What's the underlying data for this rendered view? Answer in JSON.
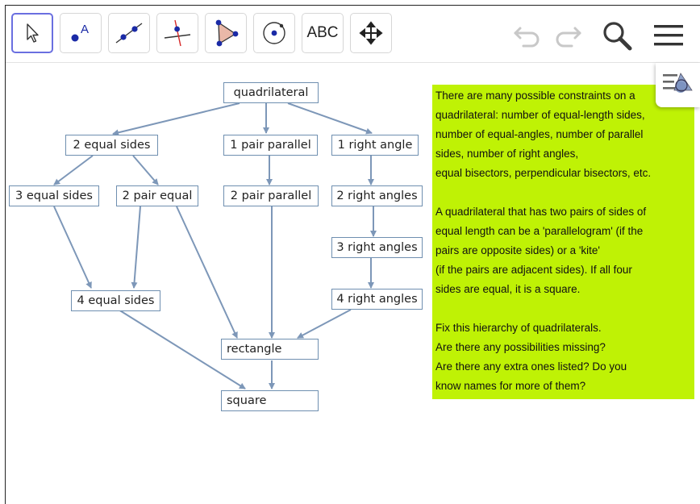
{
  "toolbar": {
    "tools": [
      {
        "name": "move-tool",
        "icon": "cursor-arrow-icon"
      },
      {
        "name": "point-tool",
        "icon": "point-a-icon"
      },
      {
        "name": "line-tool",
        "icon": "line-through-points-icon"
      },
      {
        "name": "perpendicular-line-tool",
        "icon": "perpendicular-line-icon"
      },
      {
        "name": "polygon-tool",
        "icon": "polygon-icon"
      },
      {
        "name": "circle-tool",
        "icon": "circle-center-point-icon"
      },
      {
        "name": "text-tool",
        "label": "ABC"
      },
      {
        "name": "move-graphics-view-tool",
        "icon": "move-arrows-icon"
      }
    ],
    "right": [
      "undo-icon",
      "redo-icon",
      "search-icon",
      "menu-icon"
    ]
  },
  "diagram": {
    "nodes": {
      "quadrilateral": "quadrilateral",
      "two_equal_sides": "2 equal sides",
      "one_pair_parallel": "1 pair parallel",
      "one_right_angle": "1 right angle",
      "three_equal_sides": "3 equal sides",
      "two_pair_equal": "2 pair equal",
      "two_pair_parallel": "2 pair parallel",
      "two_right_angles": "2 right angles",
      "three_right_angles": "3 right angles",
      "four_equal_sides": "4 equal sides",
      "four_right_angles": "4 right angles",
      "rectangle": "rectangle",
      "square": "square"
    },
    "edge_color": "#7d97b8"
  },
  "note": {
    "background": "#bff205",
    "p1": [
      "There are many possible constraints on a",
      "quadrilateral: number of equal-length sides,",
      "number of equal-angles, number of parallel",
      "sides, number of right angles,",
      "equal bisectors, perpendicular bisectors, etc."
    ],
    "p2": [
      "A quadrilateral that has two pairs of sides of",
      "equal length can be a 'parallelogram' (if the",
      "pairs are opposite sides) or a 'kite'",
      "(if the pairs are adjacent sides). If all four",
      "sides are equal, it is a square."
    ],
    "p3": [
      "Fix this hierarchy of quadrilaterals.",
      "Are there any possibilities missing?",
      "Are there any extra ones listed? Do you",
      "know names for more of them?"
    ]
  },
  "style_bar_button": {
    "icon": "style-bar-toggle-icon"
  }
}
